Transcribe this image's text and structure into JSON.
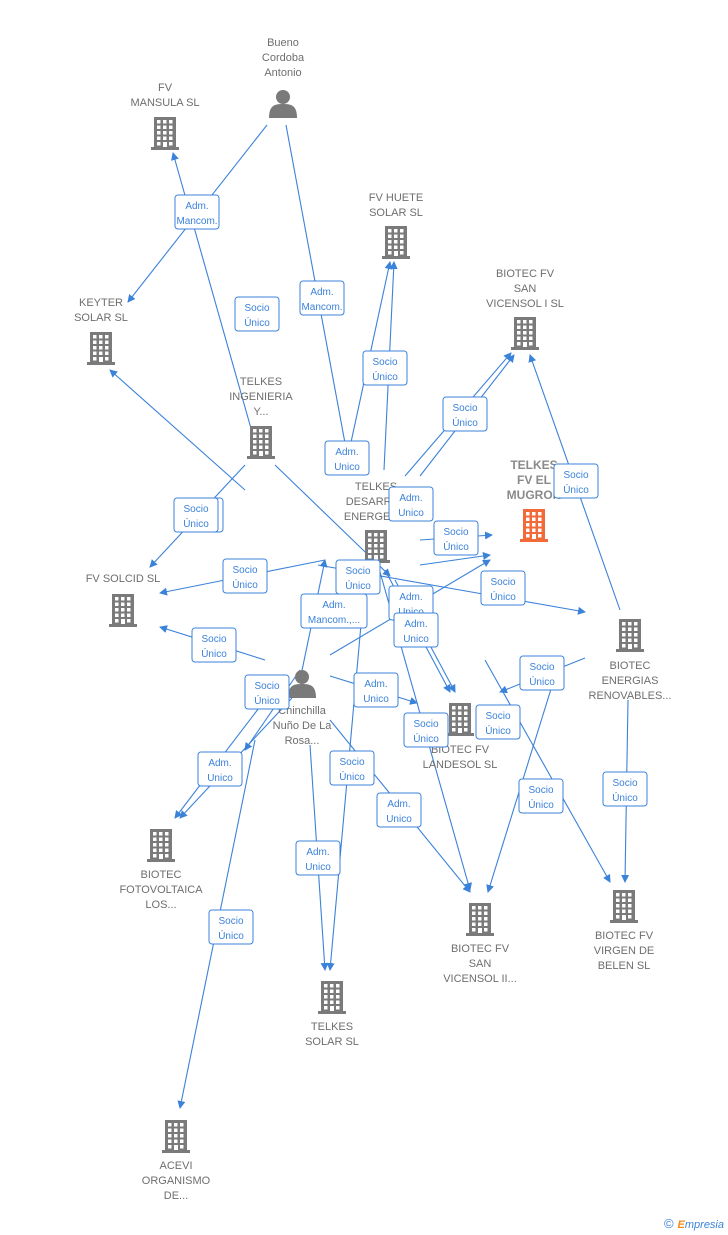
{
  "colors": {
    "edge": "#3b82d9",
    "building": "#7a7a7a",
    "building_focus": "#f26a38",
    "person": "#7a7a7a",
    "label": "#6e6e6e"
  },
  "nodes": [
    {
      "id": "bueno",
      "type": "person",
      "lines": [
        "Bueno",
        "Cordoba",
        "Antonio"
      ]
    },
    {
      "id": "chinchilla",
      "type": "person",
      "lines": [
        "Chinchilla",
        "Nuño De La",
        "Rosa..."
      ]
    },
    {
      "id": "mansula",
      "type": "company",
      "lines": [
        "FV",
        "MANSULA  SL"
      ]
    },
    {
      "id": "huete",
      "type": "company",
      "lines": [
        "FV HUETE",
        "SOLAR  SL"
      ]
    },
    {
      "id": "sanvicensol1",
      "type": "company",
      "lines": [
        "BIOTEC FV",
        "SAN",
        "VICENSOL I  SL"
      ]
    },
    {
      "id": "keyter",
      "type": "company",
      "lines": [
        "KEYTER",
        "SOLAR SL"
      ]
    },
    {
      "id": "ingenieria",
      "type": "company",
      "lines": [
        "TELKES",
        "INGENIERIA",
        "Y..."
      ]
    },
    {
      "id": "mugron",
      "type": "company",
      "focus": true,
      "lines": [
        "TELKES",
        "FV EL",
        "MUGRON"
      ]
    },
    {
      "id": "desarrollos",
      "type": "company",
      "lines": [
        "TELKES",
        "DESARROL",
        "ENERGETIC"
      ]
    },
    {
      "id": "solcid",
      "type": "company",
      "lines": [
        "FV SOLCID  SL"
      ]
    },
    {
      "id": "energias",
      "type": "company",
      "lines": [
        "BIOTEC",
        "ENERGIAS",
        "RENOVABLES..."
      ]
    },
    {
      "id": "landesol",
      "type": "company",
      "lines": [
        "BIOTEC FV",
        "LANDESOL  SL"
      ]
    },
    {
      "id": "fotovoltaica",
      "type": "company",
      "lines": [
        "BIOTEC",
        "FOTOVOLTAICA",
        "LOS..."
      ]
    },
    {
      "id": "sanvicensol2",
      "type": "company",
      "lines": [
        "BIOTEC FV",
        "SAN",
        "VICENSOL II..."
      ]
    },
    {
      "id": "virgen",
      "type": "company",
      "lines": [
        "BIOTEC FV",
        "VIRGEN DE",
        "BELEN  SL"
      ]
    },
    {
      "id": "telkessolar",
      "type": "company",
      "lines": [
        "TELKES",
        "SOLAR  SL"
      ]
    },
    {
      "id": "acevi",
      "type": "company",
      "lines": [
        "ACEVI",
        "ORGANISMO",
        "DE..."
      ]
    }
  ],
  "relations": [
    {
      "lines": [
        "Adm.",
        "Mancom."
      ]
    },
    {
      "lines": [
        "Socio",
        "Único"
      ]
    },
    {
      "lines": [
        "Adm.",
        "Mancom."
      ]
    },
    {
      "lines": [
        "Socio",
        "Único"
      ]
    },
    {
      "lines": [
        "Socio",
        "Único"
      ]
    },
    {
      "lines": [
        "Adm.",
        "Unico"
      ]
    },
    {
      "lines": [
        "Socio",
        "Único"
      ]
    },
    {
      "lines": [
        "Adm.",
        "Unico"
      ]
    },
    {
      "lines": [
        "Socio",
        "Único"
      ]
    },
    {
      "lines": [
        "Socio",
        "Único"
      ]
    },
    {
      "lines": [
        "Socio",
        "Único"
      ]
    },
    {
      "lines": [
        "Socio",
        "Único"
      ]
    },
    {
      "lines": [
        "Socio",
        "Único"
      ]
    },
    {
      "lines": [
        "Adm.",
        "Mancom.,..."
      ]
    },
    {
      "lines": [
        "Adm.",
        "Unico"
      ]
    },
    {
      "lines": [
        "Socio",
        "Único"
      ]
    },
    {
      "lines": [
        "Adm.",
        "Unico"
      ]
    },
    {
      "lines": [
        "Socio",
        "Único"
      ]
    },
    {
      "lines": [
        "Socio",
        "Único"
      ]
    },
    {
      "lines": [
        "Adm.",
        "Unico"
      ]
    },
    {
      "lines": [
        "Socio",
        "Único"
      ]
    },
    {
      "lines": [
        "Socio",
        "Único"
      ]
    },
    {
      "lines": [
        "Socio",
        "Único"
      ]
    },
    {
      "lines": [
        "Adm.",
        "Unico"
      ]
    },
    {
      "lines": [
        "Socio",
        "Único"
      ]
    },
    {
      "lines": [
        "Socio",
        "Único"
      ]
    },
    {
      "lines": [
        "Adm.",
        "Unico"
      ]
    },
    {
      "lines": [
        "Adm.",
        "Unico"
      ]
    },
    {
      "lines": [
        "Socio",
        "Único"
      ]
    },
    {
      "lines": [
        "Socio",
        "Único"
      ]
    }
  ],
  "footer": {
    "copyright": "©",
    "brand_initial": "E",
    "brand_rest": "mpresia"
  }
}
